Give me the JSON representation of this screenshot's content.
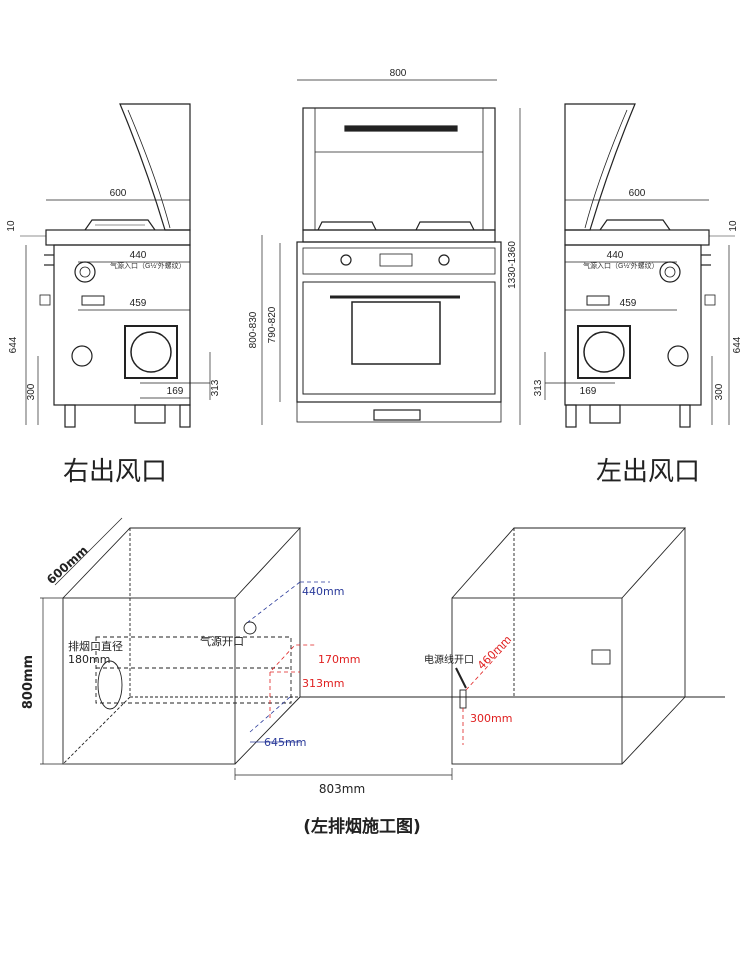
{
  "top_views": {
    "side_right": {
      "title": "右出风口",
      "dims": {
        "width": "600",
        "top_thickness": "10",
        "gas_inlet_pos": "440",
        "gas_inlet_note": "气源入口（G½′外螺纹）",
        "exhaust_pos": "459",
        "height_644": "644",
        "height_300": "300",
        "offset_169": "169",
        "height_313": "313"
      }
    },
    "front": {
      "dims": {
        "width": "800",
        "total_height": "1330-1360",
        "counter_height": "800-830",
        "body_height": "790-820"
      }
    },
    "side_left": {
      "title": "左出风口",
      "dims": {
        "width": "600",
        "top_thickness": "10",
        "gas_inlet_pos": "440",
        "gas_inlet_note": "气源入口（G½′外螺纹）",
        "exhaust_pos": "459",
        "height_644": "644",
        "height_300": "300",
        "offset_169": "169",
        "height_313": "313"
      }
    }
  },
  "install": {
    "title": "(左排烟施工图)",
    "depth": "600mm",
    "height": "800mm",
    "width": "803mm",
    "exhaust_label": "排烟口直径",
    "exhaust_size": "180mm",
    "gas_label": "气源开口",
    "gas_440": "440mm",
    "red_170": "170mm",
    "red_313": "313mm",
    "blue_645": "645mm",
    "power_label": "电源线开口",
    "red_460": "460mm",
    "red_300": "300mm"
  },
  "colors": {
    "line": "#222222",
    "dim_red": "#e02020",
    "dim_blue": "#2a3a9a"
  }
}
